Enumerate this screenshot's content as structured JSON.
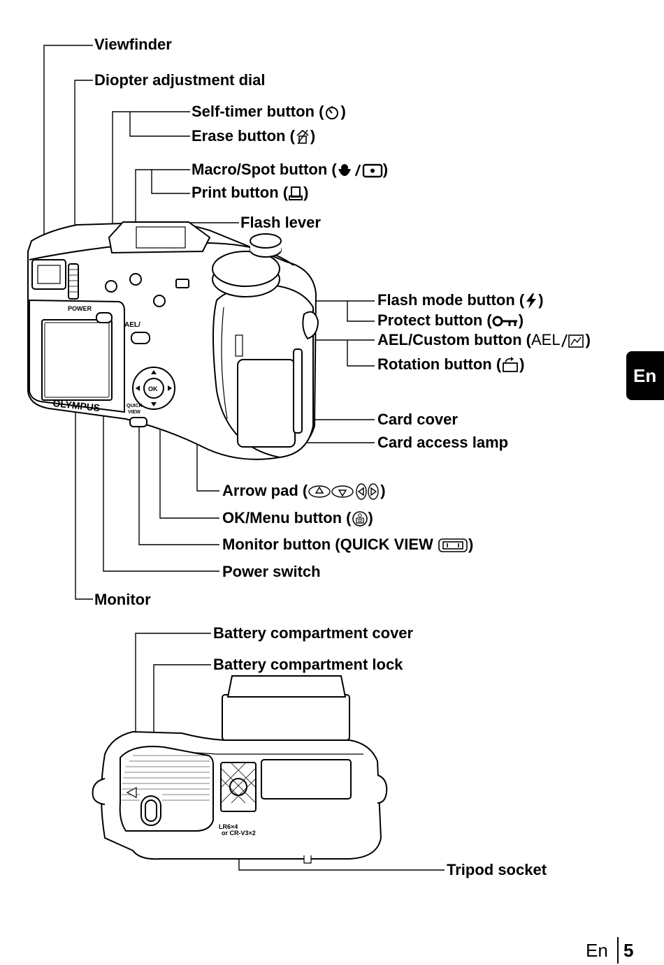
{
  "labels": {
    "viewfinder": "Viewfinder",
    "diopter": "Diopter adjustment dial",
    "selftimer": "Self-timer button (",
    "erase": "Erase button (",
    "macro": "Macro/Spot button (",
    "print": "Print button (",
    "flashlever": "Flash lever",
    "flashmode": "Flash mode button (",
    "protect": "Protect button (",
    "ael": "AEL/Custom button (",
    "ael_text": "AEL",
    "rotation": "Rotation button (",
    "cardcover": "Card cover",
    "cardlamp": "Card access lamp",
    "arrowpad": "Arrow pad (",
    "okmenu": "OK/Menu button (",
    "monitorbtn": "Monitor button (QUICK VIEW ",
    "power": "Power switch",
    "monitor": "Monitor",
    "battcover": "Battery compartment cover",
    "battlock": "Battery compartment lock",
    "tripod": "Tripod socket",
    "close_paren": ")"
  },
  "camera_text": {
    "brand": "OLYMPUS",
    "power": "POWER",
    "ael": "AEL/",
    "quick": "QUICK",
    "view": "VIEW",
    "ok": "OK",
    "battery1": "LR6×4",
    "battery2": "or  CR-V3×2"
  },
  "side_tab": "En",
  "footer": {
    "lang": "En",
    "page": "5"
  },
  "icons": [
    "self-timer-icon",
    "erase-icon",
    "macro-icon",
    "spot-icon",
    "print-icon",
    "flash-icon",
    "protect-key-icon",
    "custom-icon",
    "rotation-icon",
    "arrow-up-icon",
    "arrow-down-icon",
    "arrow-left-icon",
    "arrow-right-icon",
    "ok-menu-icon",
    "quick-view-icon"
  ]
}
